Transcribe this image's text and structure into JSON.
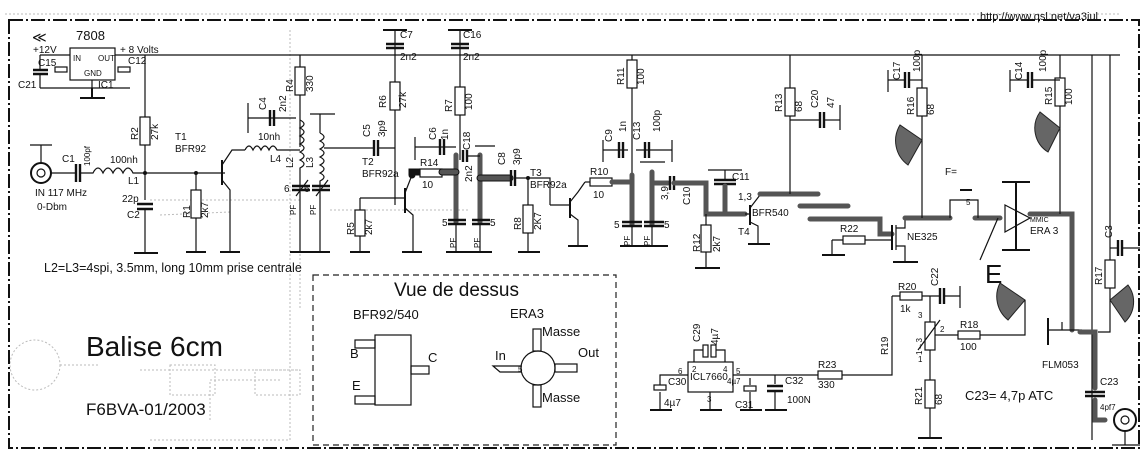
{
  "header": {
    "url": "http://www.qsl.net/va3iul"
  },
  "title": {
    "main": "Balise 6cm",
    "author": "F6BVA-01/2003"
  },
  "notes": {
    "coils": "L2=L3=4spi, 3.5mm, long 10mm prise centrale",
    "c23": "C23= 4,7p ATC",
    "f_label": "F="
  },
  "power": {
    "regulator": "7808",
    "input_voltage": "+12V",
    "output_voltage": "+ 8 Volts",
    "pins": {
      "in": "IN",
      "out": "OUT",
      "gnd": "GND"
    },
    "ic_ref": "IC1"
  },
  "input": {
    "label": "IN 117 MHz",
    "level": "0-Dbm"
  },
  "components": {
    "C1": {
      "ref": "C1",
      "value": "100pf"
    },
    "C2": {
      "ref": "C2",
      "value": "22p"
    },
    "C4": {
      "ref": "C4",
      "value": "2n2"
    },
    "C5": {
      "ref": "C5",
      "value": "3p9"
    },
    "C6": {
      "ref": "C6",
      "value": "1n"
    },
    "C7": {
      "ref": "C7",
      "value": "2n2"
    },
    "C8": {
      "ref": "C8",
      "value": "3p9"
    },
    "C9": {
      "ref": "C9",
      "value": "1n"
    },
    "C10": {
      "ref": "C10",
      "value": "3,9"
    },
    "C11": {
      "ref": "C11",
      "value": "1,3"
    },
    "C12": {
      "ref": "C12"
    },
    "C13": {
      "ref": "C13",
      "value": "100p"
    },
    "C14": {
      "ref": "C14",
      "value": "100p"
    },
    "C15": {
      "ref": "C15"
    },
    "C16": {
      "ref": "C16",
      "value": "2n2"
    },
    "C17": {
      "ref": "C17",
      "value": "100p"
    },
    "C18": {
      "ref": "C18",
      "value": "2n2"
    },
    "C20": {
      "ref": "C20",
      "value": "47"
    },
    "C21": {
      "ref": "C21"
    },
    "C22": {
      "ref": "C22"
    },
    "C23": {
      "ref": "C23",
      "value": "4pf7"
    },
    "C29": {
      "ref": "C29",
      "value": "4µ7"
    },
    "C30": {
      "ref": "C30",
      "value": "4µ7"
    },
    "C31": {
      "ref": "C31",
      "value": "4µ7"
    },
    "C32": {
      "ref": "C32",
      "value": "100N"
    },
    "C3": {
      "ref": "C3"
    },
    "R1": {
      "ref": "R1",
      "value": "2k7"
    },
    "R2": {
      "ref": "R2",
      "value": "27k"
    },
    "R4": {
      "ref": "R4",
      "value": "330"
    },
    "R5": {
      "ref": "R5",
      "value": "2k7"
    },
    "R6": {
      "ref": "R6",
      "value": "27k"
    },
    "R7": {
      "ref": "R7",
      "value": "100"
    },
    "R8": {
      "ref": "R8",
      "value": "2K7"
    },
    "R10": {
      "ref": "R10",
      "value": "10"
    },
    "R11": {
      "ref": "R11",
      "value": "100"
    },
    "R12": {
      "ref": "R12",
      "value": "2k7"
    },
    "R13": {
      "ref": "R13",
      "value": "68"
    },
    "R14": {
      "ref": "R14",
      "value": "10"
    },
    "R15": {
      "ref": "R15",
      "value": "100"
    },
    "R16": {
      "ref": "R16",
      "value": "68"
    },
    "R17": {
      "ref": "R17"
    },
    "R18": {
      "ref": "R18",
      "value": "100"
    },
    "R19": {
      "ref": "R19"
    },
    "R20": {
      "ref": "R20",
      "value": "1k"
    },
    "R21": {
      "ref": "R21",
      "value": "68"
    },
    "R22": {
      "ref": "R22"
    },
    "R23": {
      "ref": "R23",
      "value": "330"
    },
    "L1": {
      "ref": "L1",
      "value": "100nh"
    },
    "L2": {
      "ref": "L2"
    },
    "L3": {
      "ref": "L3"
    },
    "L4": {
      "ref": "L4",
      "value": "10nh"
    },
    "T1": {
      "ref": "T1",
      "part": "BFR92"
    },
    "T2": {
      "ref": "T2",
      "part": "BFR92a"
    },
    "T3": {
      "ref": "T3",
      "part": "BFR92a"
    },
    "T4": {
      "ref": "T4",
      "part": "BFR540"
    },
    "NE325": {
      "part": "NE325"
    },
    "ERA3": {
      "part": "ERA 3",
      "type": "MMIC"
    },
    "FLM053": {
      "part": "FLM053"
    },
    "ICL7660": {
      "part": "ICL7660",
      "pins": [
        "2",
        "4",
        "6",
        "5",
        "3"
      ]
    },
    "trim_pf": {
      "label": "PF",
      "values": [
        "6",
        "6",
        "5",
        "5",
        "5",
        "5"
      ]
    },
    "pot_pins": [
      "3",
      "2",
      "1",
      "1→3"
    ]
  },
  "pinout": {
    "title": "Vue de dessus",
    "transistor": {
      "title": "BFR92/540",
      "pins": {
        "b": "B",
        "c": "C",
        "e": "E"
      }
    },
    "mmic": {
      "title": "ERA3",
      "pins": {
        "top": "Masse",
        "bottom": "Masse",
        "in": "In",
        "out": "Out",
        "dot": "5"
      }
    }
  },
  "markers": {
    "big_e": "E"
  }
}
